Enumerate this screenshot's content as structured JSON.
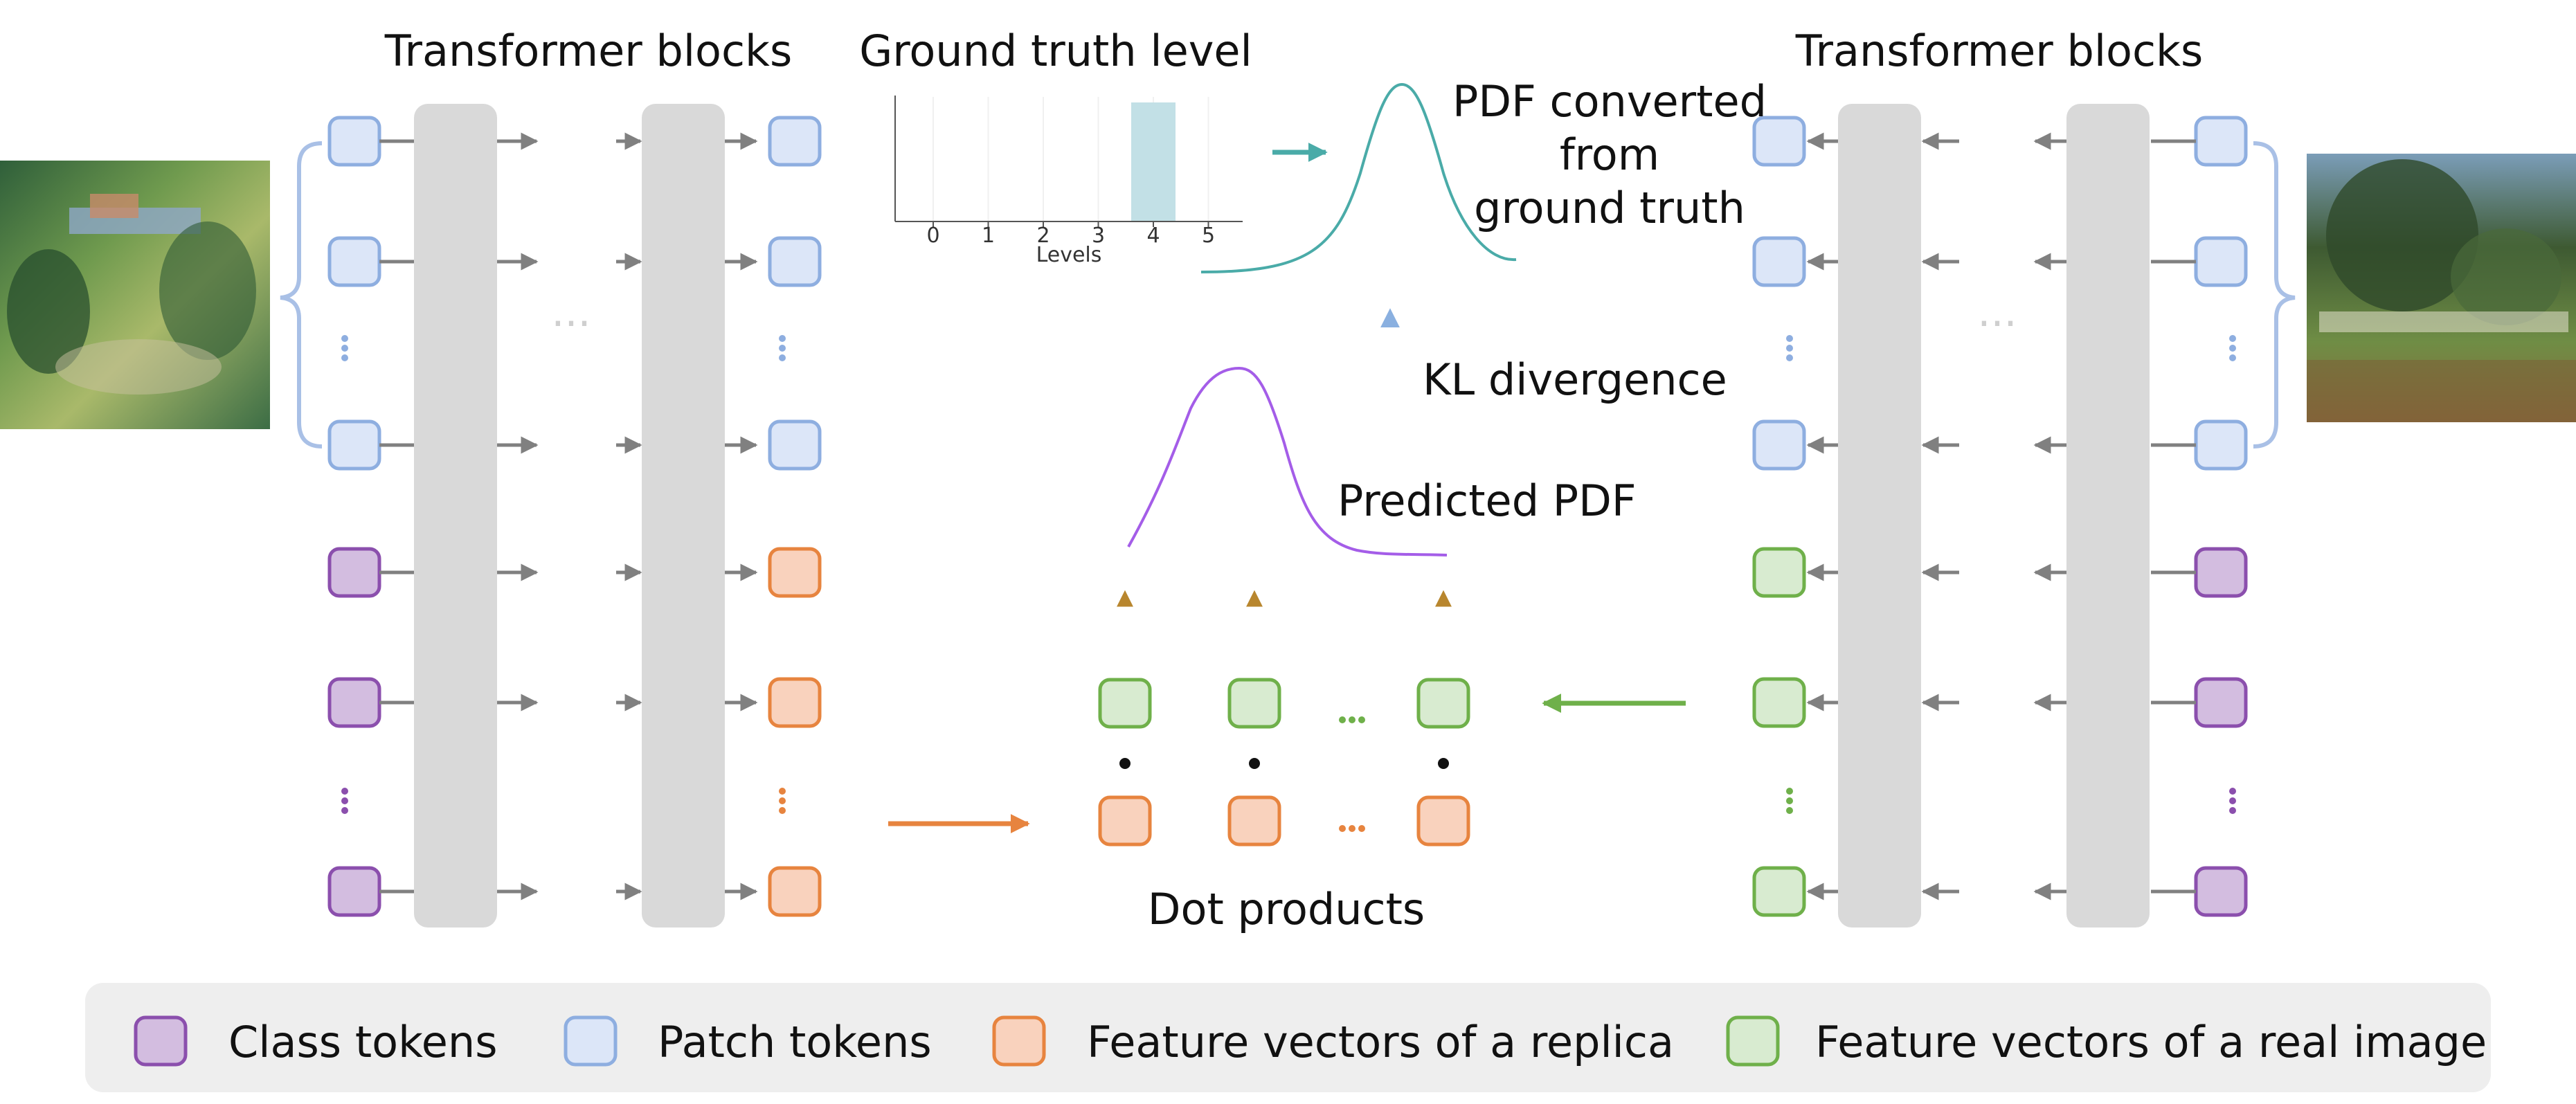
{
  "titles": {
    "left_blocks": "Transformer blocks",
    "right_blocks": "Transformer blocks",
    "ground_truth": "Ground truth level"
  },
  "histogram": {
    "ticks": [
      "0",
      "1",
      "2",
      "3",
      "4",
      "5"
    ],
    "xlabel": "Levels",
    "highlighted_level": 4
  },
  "labels": {
    "pdf_converted_1": "PDF converted",
    "pdf_converted_2": "from",
    "pdf_converted_3": "ground truth",
    "kl_divergence": "KL divergence",
    "predicted_pdf": "Predicted PDF",
    "dot_products": "Dot products"
  },
  "legend": {
    "class_tokens": "Class tokens",
    "patch_tokens": "Patch tokens",
    "replica_features": "Feature vectors of a replica",
    "real_features": "Feature vectors of a real image"
  },
  "colors": {
    "class_fill": "#d3bde0",
    "class_stroke": "#8b4fad",
    "patch_fill": "#dce6f8",
    "patch_stroke": "#8eaee0",
    "replica_fill": "#f9d2bd",
    "replica_stroke": "#e7843f",
    "real_fill": "#d8ebd0",
    "real_stroke": "#6fb04a",
    "block": "#d9d9d9",
    "highlight_bar": "#c2e0e6",
    "gt_curve": "#4aaba8",
    "pred_curve": "#a45de8"
  }
}
